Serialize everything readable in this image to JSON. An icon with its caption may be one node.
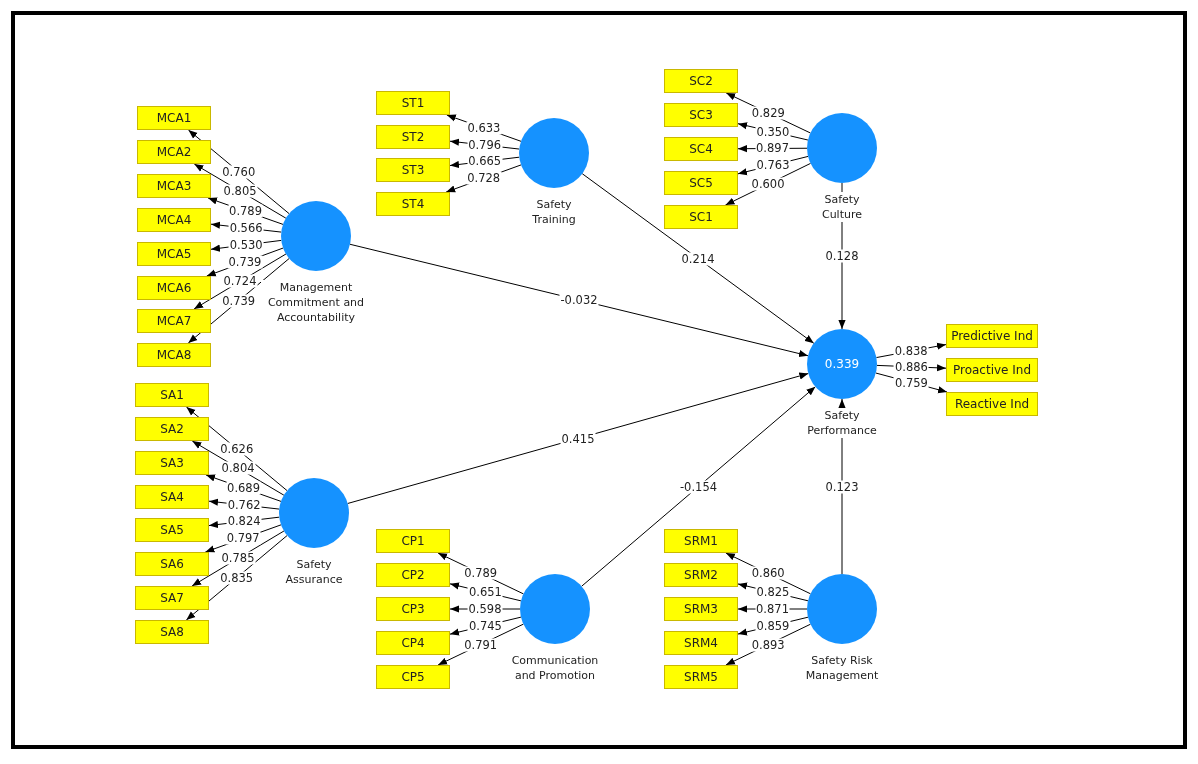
{
  "diagram": {
    "nodes": [
      {
        "text": [
          "MCA1"
        ]
      },
      {
        "text": [
          "MCA2"
        ]
      },
      {
        "text": [
          "MCA3"
        ]
      },
      {
        "text": [
          "MCA4"
        ]
      },
      {
        "text": [
          "MCA5"
        ]
      },
      {
        "text": [
          "MCA6"
        ]
      },
      {
        "text": [
          "MCA7"
        ]
      },
      {
        "text": [
          "MCA8"
        ]
      },
      {
        "text": [
          "Management Commitment and Accountability"
        ]
      },
      {
        "text": [
          "SA1"
        ]
      },
      {
        "text": [
          "SA2"
        ]
      },
      {
        "text": [
          "SA3"
        ]
      },
      {
        "text": [
          "SA4"
        ]
      },
      {
        "text": [
          "SA5"
        ]
      },
      {
        "text": [
          "SA6"
        ]
      },
      {
        "text": [
          "SA7"
        ]
      },
      {
        "text": [
          "SA8"
        ]
      },
      {
        "text": [
          "Safety Assurance"
        ]
      },
      {
        "text": [
          "ST1"
        ]
      },
      {
        "text": [
          "ST2"
        ]
      },
      {
        "text": [
          "ST3"
        ]
      },
      {
        "text": [
          "ST4"
        ]
      },
      {
        "text": [
          "Safety Training"
        ]
      },
      {
        "text": [
          "CP1"
        ]
      },
      {
        "text": [
          "CP2"
        ]
      },
      {
        "text": [
          "CP3"
        ]
      },
      {
        "text": [
          "CP4"
        ]
      },
      {
        "text": [
          "CP5"
        ]
      },
      {
        "text": [
          "Communication and Promotion"
        ]
      },
      {
        "text": [
          "SC2"
        ]
      },
      {
        "text": [
          "SC3"
        ]
      },
      {
        "text": [
          "SC4"
        ]
      },
      {
        "text": [
          "SC5"
        ]
      },
      {
        "text": [
          "SC1"
        ]
      },
      {
        "text": [
          "Safety Culture"
        ]
      },
      {
        "text": [
          "0.339",
          "Safety Performance"
        ]
      },
      {
        "text": [
          "Predictive Ind"
        ]
      },
      {
        "text": [
          "Proactive Ind"
        ]
      },
      {
        "text": [
          "Reactive Ind"
        ]
      },
      {
        "text": [
          "SRM1"
        ]
      },
      {
        "text": [
          "SRM2"
        ]
      },
      {
        "text": [
          "SRM3"
        ]
      },
      {
        "text": [
          "SRM4"
        ]
      },
      {
        "text": [
          "SRM5"
        ]
      },
      {
        "text": [
          "Safety Risk Management"
        ]
      }
    ],
    "edges": [
      {
        "from": 8,
        "to": 0,
        "arrow": "to",
        "label": "0.760"
      },
      {
        "from": 8,
        "to": 1,
        "arrow": "to",
        "label": "0.805"
      },
      {
        "from": 8,
        "to": 2,
        "arrow": "to",
        "label": "0.789"
      },
      {
        "from": 8,
        "to": 3,
        "arrow": "to",
        "label": "0.566"
      },
      {
        "from": 8,
        "to": 4,
        "arrow": "to",
        "label": "0.530"
      },
      {
        "from": 8,
        "to": 5,
        "arrow": "to",
        "label": "0.739"
      },
      {
        "from": 8,
        "to": 6,
        "arrow": "to",
        "label": "0.724"
      },
      {
        "from": 8,
        "to": 7,
        "arrow": "to",
        "label": "0.739"
      },
      {
        "from": 17,
        "to": 9,
        "arrow": "to",
        "label": "0.626"
      },
      {
        "from": 17,
        "to": 10,
        "arrow": "to",
        "label": "0.804"
      },
      {
        "from": 17,
        "to": 11,
        "arrow": "to",
        "label": "0.689"
      },
      {
        "from": 17,
        "to": 12,
        "arrow": "to",
        "label": "0.762"
      },
      {
        "from": 17,
        "to": 13,
        "arrow": "to",
        "label": "0.824"
      },
      {
        "from": 17,
        "to": 14,
        "arrow": "to",
        "label": "0.797"
      },
      {
        "from": 17,
        "to": 15,
        "arrow": "to",
        "label": "0.785"
      },
      {
        "from": 17,
        "to": 16,
        "arrow": "to",
        "label": "0.835"
      },
      {
        "from": 22,
        "to": 18,
        "arrow": "to",
        "label": "0.633"
      },
      {
        "from": 22,
        "to": 19,
        "arrow": "to",
        "label": "0.796"
      },
      {
        "from": 22,
        "to": 20,
        "arrow": "to",
        "label": "0.665"
      },
      {
        "from": 22,
        "to": 21,
        "arrow": "to",
        "label": "0.728"
      },
      {
        "from": 28,
        "to": 23,
        "arrow": "to",
        "label": "0.789"
      },
      {
        "from": 28,
        "to": 24,
        "arrow": "to",
        "label": "0.651"
      },
      {
        "from": 28,
        "to": 25,
        "arrow": "to",
        "label": "0.598"
      },
      {
        "from": 28,
        "to": 26,
        "arrow": "to",
        "label": "0.745"
      },
      {
        "from": 28,
        "to": 27,
        "arrow": "to",
        "label": "0.791"
      },
      {
        "from": 34,
        "to": 29,
        "arrow": "to",
        "label": "0.829"
      },
      {
        "from": 34,
        "to": 30,
        "arrow": "to",
        "label": "0.350"
      },
      {
        "from": 34,
        "to": 31,
        "arrow": "to",
        "label": "0.897"
      },
      {
        "from": 34,
        "to": 32,
        "arrow": "to",
        "label": "0.763"
      },
      {
        "from": 34,
        "to": 33,
        "arrow": "to",
        "label": "0.600"
      },
      {
        "from": 35,
        "to": 36,
        "arrow": "to",
        "label": "0.838"
      },
      {
        "from": 35,
        "to": 37,
        "arrow": "to",
        "label": "0.886"
      },
      {
        "from": 35,
        "to": 38,
        "arrow": "to",
        "label": "0.759"
      },
      {
        "from": 44,
        "to": 39,
        "arrow": "to",
        "label": "0.860"
      },
      {
        "from": 44,
        "to": 40,
        "arrow": "to",
        "label": "0.825"
      },
      {
        "from": 44,
        "to": 41,
        "arrow": "to",
        "label": "0.871"
      },
      {
        "from": 44,
        "to": 42,
        "arrow": "to",
        "label": "0.859"
      },
      {
        "from": 44,
        "to": 43,
        "arrow": "to",
        "label": "0.893"
      },
      {
        "from": 8,
        "to": 35,
        "arrow": "to",
        "label": "-0.032"
      },
      {
        "from": 22,
        "to": 35,
        "arrow": "to",
        "label": "0.214"
      },
      {
        "from": 34,
        "to": 35,
        "arrow": "to",
        "label": "0.128"
      },
      {
        "from": 17,
        "to": 35,
        "arrow": "to",
        "label": "0.415"
      },
      {
        "from": 28,
        "to": 35,
        "arrow": "to",
        "label": "-0.154"
      },
      {
        "from": 44,
        "to": 35,
        "arrow": "to",
        "label": "0.123"
      }
    ]
  }
}
